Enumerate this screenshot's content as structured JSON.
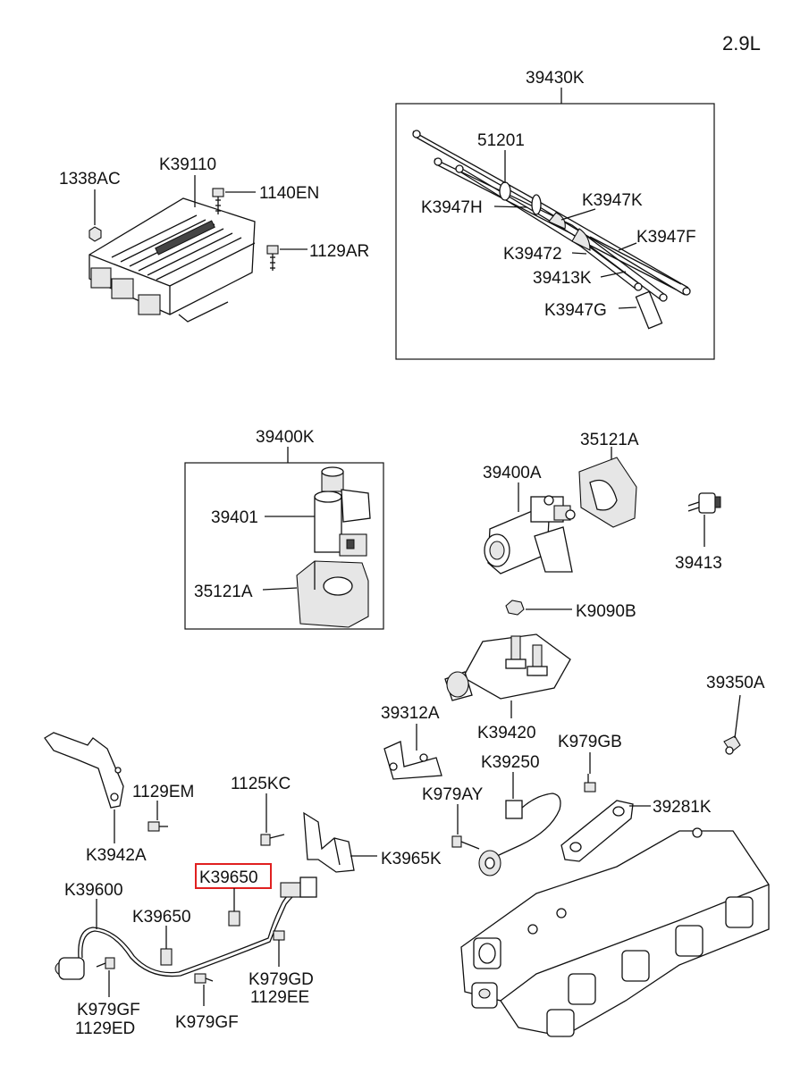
{
  "engine_label": "2.9L",
  "labels": {
    "p39430K": "39430K",
    "p51201": "51201",
    "pK3947H": "K3947H",
    "pK3947K": "K3947K",
    "pK3947F": "K3947F",
    "pK39472": "K39472",
    "p39413K": "39413K",
    "pK3947G": "K3947G",
    "p1338AC": "1338AC",
    "pK39110": "K39110",
    "p1140EN": "1140EN",
    "p1129AR": "1129AR",
    "p39400K": "39400K",
    "p39401": "39401",
    "p35121A_box": "35121A",
    "p35121A": "35121A",
    "p39400A": "39400A",
    "p39413": "39413",
    "pK9090B": "K9090B",
    "p39350A": "39350A",
    "p39312A": "39312A",
    "pK39420": "K39420",
    "pK979GB": "K979GB",
    "pK39250": "K39250",
    "pK979AY": "K979AY",
    "p39281K": "39281K",
    "p1129EM": "1129EM",
    "p1125KC": "1125KC",
    "pK3942A": "K3942A",
    "pK3965K": "K3965K",
    "pK39650_hl": "K39650",
    "pK39600": "K39600",
    "pK39650": "K39650",
    "pK979GD": "K979GD",
    "p1129EE": "1129EE",
    "pK979GF_a": "K979GF",
    "p1129ED": "1129ED",
    "pK979GF_b": "K979GF"
  },
  "highlight_color": "#e02020"
}
